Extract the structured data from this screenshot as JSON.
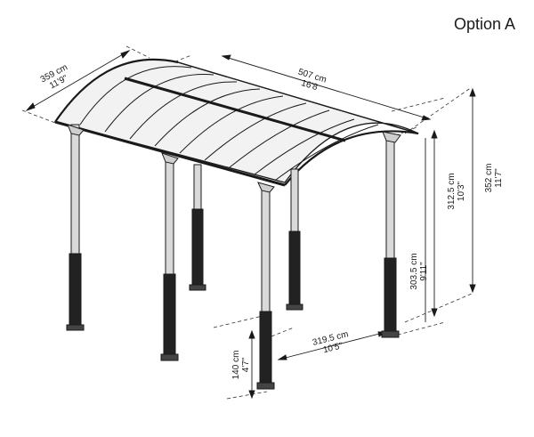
{
  "title": "Option A",
  "dimensions": {
    "depth": {
      "metric": "359 cm",
      "imperial": "11'9\""
    },
    "length": {
      "metric": "507 cm",
      "imperial": "16'8"
    },
    "total_height": {
      "metric": "352 cm",
      "imperial": "11'7\""
    },
    "rear_height": {
      "metric": "312.5 cm",
      "imperial": "10'3\""
    },
    "post_height": {
      "metric": "303.5 cm",
      "imperial": "9'11\""
    },
    "post_spacing": {
      "metric": "319.5 cm",
      "imperial": "10'5\""
    },
    "base_height": {
      "metric": "140 cm",
      "imperial": "4'7\""
    }
  },
  "colors": {
    "line": "#1a1a1a",
    "dashed": "#333333",
    "post": "#d9d9d9",
    "base": "#222222",
    "roof": "#f2f2f2"
  }
}
